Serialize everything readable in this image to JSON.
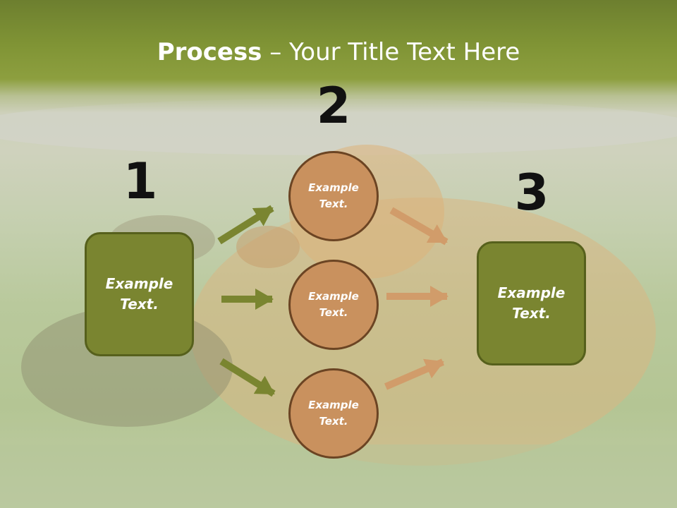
{
  "title": {
    "bold": "Process",
    "rest": " – Your Title Text Here"
  },
  "steps": {
    "one": "1",
    "two": "2",
    "three": "3"
  },
  "left_box": {
    "text": "Example Text."
  },
  "right_box": {
    "text": "Example Text."
  },
  "circles": [
    {
      "text": "Example Text."
    },
    {
      "text": "Example Text."
    },
    {
      "text": "Example Text."
    }
  ],
  "colors": {
    "title_band": "#809435",
    "box_fill": "#7a8530",
    "box_border": "#56601c",
    "circle_fill": "#c9915e",
    "circle_border": "#6b4423",
    "arrow_green": "#7a8530",
    "arrow_tan": "#d19c6a"
  }
}
